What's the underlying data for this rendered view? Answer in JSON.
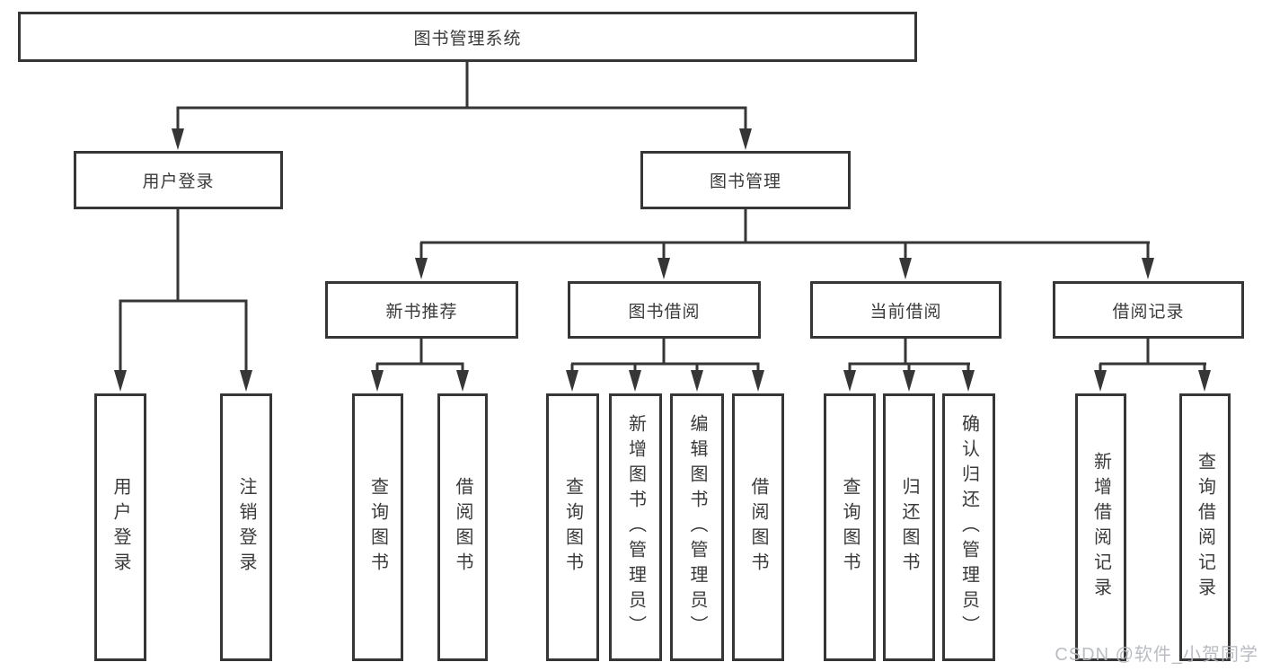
{
  "colors": {
    "line": "#363636",
    "text": "#3a3a3a",
    "watermark": "#b4b8be",
    "bg": "#ffffff"
  },
  "watermark": {
    "text": "CSDN @软件_小贺同学"
  },
  "nodes": {
    "root": {
      "label": "图书管理系统"
    },
    "level2": [
      {
        "label": "用户登录",
        "parent": "图书管理系统"
      },
      {
        "label": "图书管理",
        "parent": "图书管理系统"
      }
    ],
    "level3": [
      {
        "label": "新书推荐",
        "parent": "图书管理"
      },
      {
        "label": "图书借阅",
        "parent": "图书管理"
      },
      {
        "label": "当前借阅",
        "parent": "图书管理"
      },
      {
        "label": "借阅记录",
        "parent": "图书管理"
      }
    ],
    "leaves": [
      {
        "label": "用户登录",
        "parent": "用户登录"
      },
      {
        "label": "注销登录",
        "parent": "用户登录"
      },
      {
        "label": "查询图书",
        "parent": "新书推荐"
      },
      {
        "label": "借阅图书",
        "parent": "新书推荐"
      },
      {
        "label": "查询图书",
        "parent": "图书借阅"
      },
      {
        "label": "新增图书（管理员）",
        "parent": "图书借阅"
      },
      {
        "label": "编辑图书（管理员）",
        "parent": "图书借阅"
      },
      {
        "label": "借阅图书",
        "parent": "图书借阅"
      },
      {
        "label": "查询图书",
        "parent": "当前借阅"
      },
      {
        "label": "归还图书",
        "parent": "当前借阅"
      },
      {
        "label": "确认归还（管理员）",
        "parent": "当前借阅"
      },
      {
        "label": "新增借阅记录",
        "parent": "借阅记录"
      },
      {
        "label": "查询借阅记录",
        "parent": "借阅记录"
      }
    ]
  }
}
